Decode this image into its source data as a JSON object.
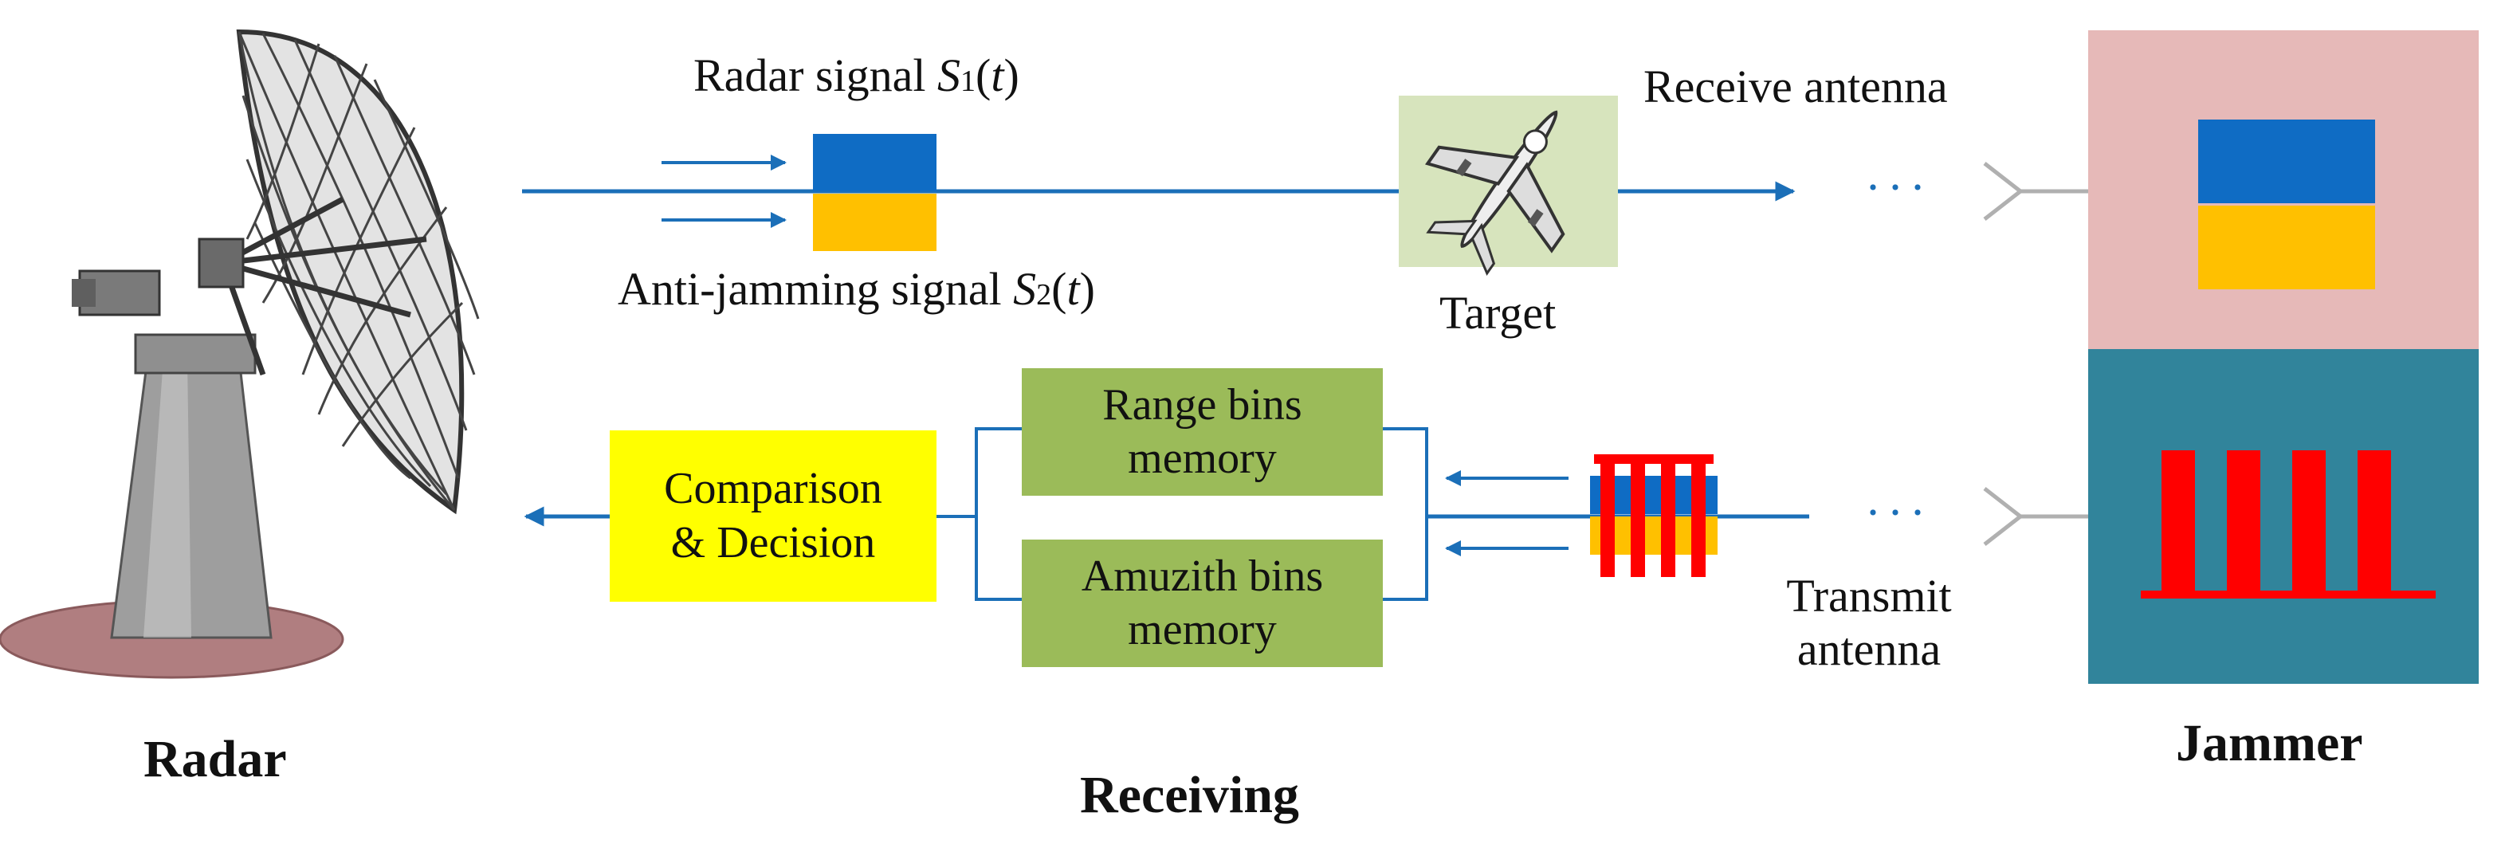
{
  "labels": {
    "radar_signal_prefix": "Radar signal ",
    "radar_signal_symbol": "S",
    "radar_signal_sub": "1",
    "radar_signal_open": "(",
    "radar_signal_var": "t",
    "radar_signal_close": ")",
    "anti_prefix": "Anti-jamming signal ",
    "anti_symbol": "S",
    "anti_sub": "2",
    "anti_open": "(",
    "anti_var": "t",
    "anti_close": ")",
    "target": "Target",
    "receive_antenna": "Receive antenna",
    "transmit_line1": "Transmit",
    "transmit_line2": "antenna",
    "radar": "Radar",
    "receiving": "Receiving",
    "jammer": "Jammer",
    "dots_top": "···",
    "dots_bottom": "···"
  },
  "boxes": {
    "range_line1": "Range bins",
    "range_line2": "memory",
    "azimuth_line1": "Amuzith bins",
    "azimuth_line2": "memory",
    "comparison_line1": "Comparison",
    "comparison_line2": "& Decision"
  },
  "colors": {
    "signal_line": "#1b6fb8",
    "radar_signal": "#0f6cc4",
    "anti_signal": "#ffc000",
    "jam_pulse": "#ff0000",
    "jammer_top_bg": "#e6b9b8",
    "jammer_bottom_bg": "#31849b",
    "range_box": "#9bbb59",
    "comparison_box": "#ffff00",
    "target_bg": "#d7e4bd"
  }
}
